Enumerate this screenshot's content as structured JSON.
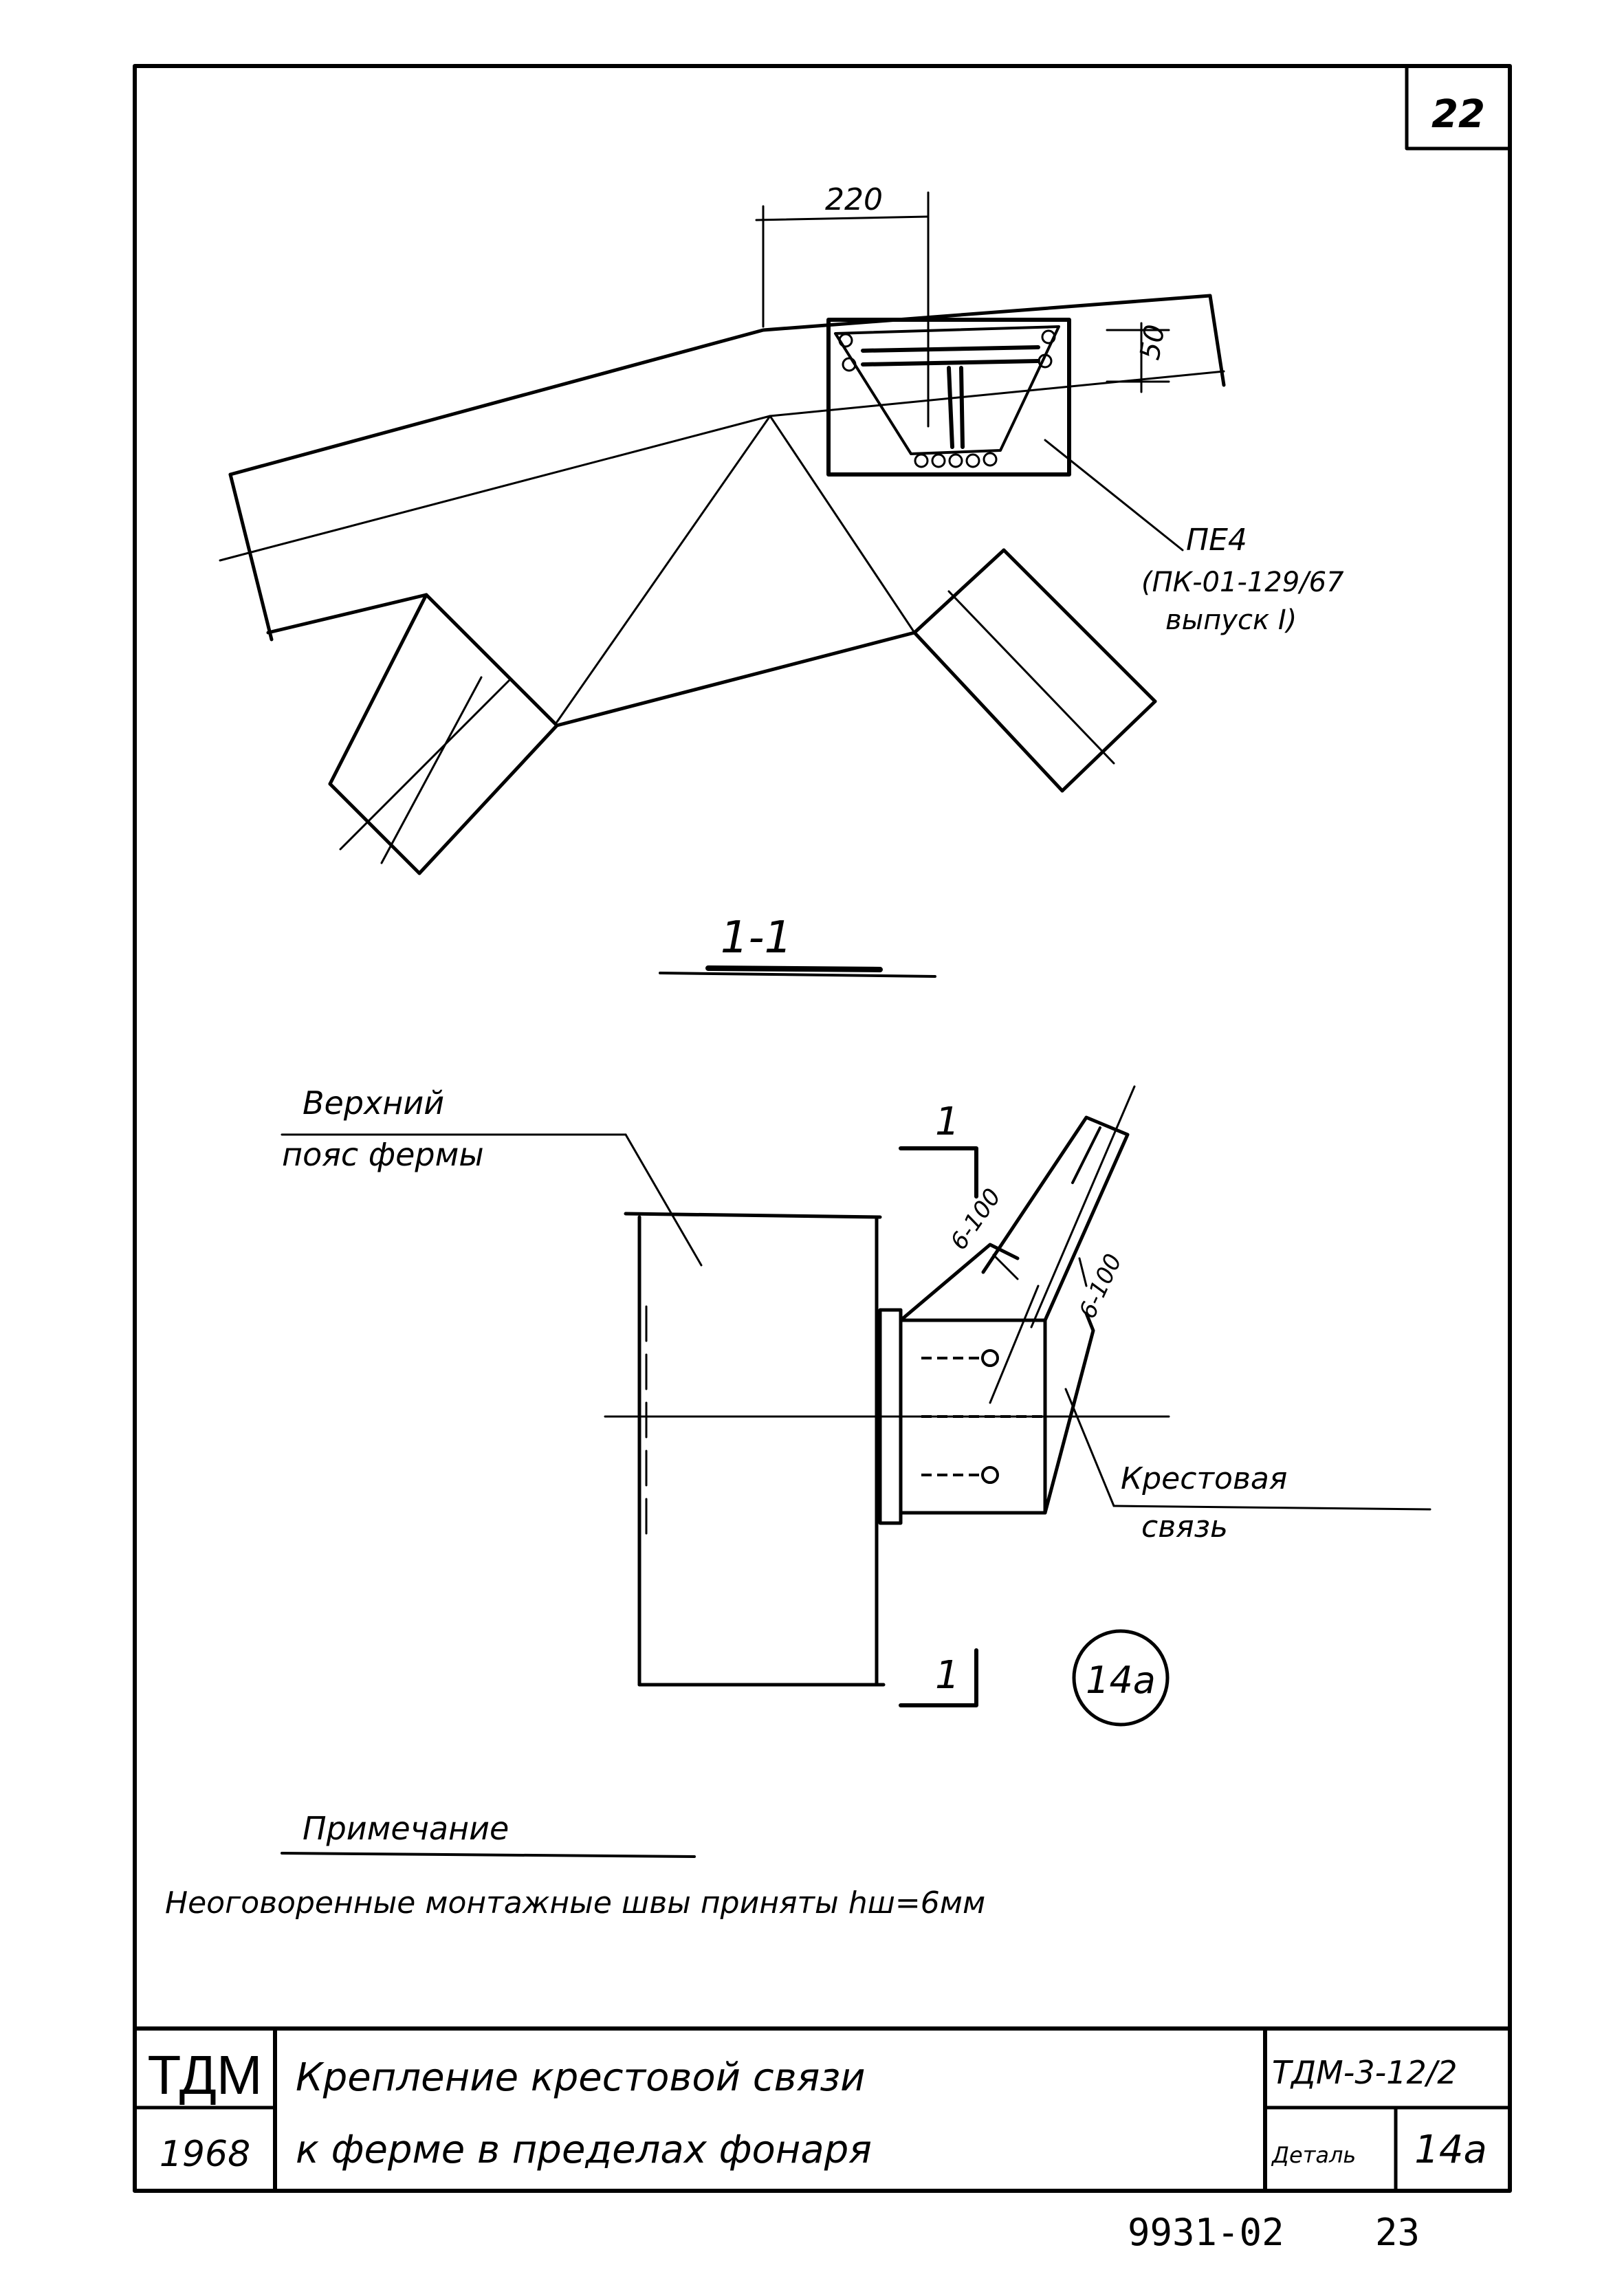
{
  "sheet": {
    "page_number": "22",
    "bottom_number": "23",
    "archive_code": "9931-02"
  },
  "section": {
    "label": "1-1",
    "dim_width": "220",
    "dim_height": "50",
    "plate_mark": "ПЕ4",
    "plate_ref_line1": "(ПК-01-129/67",
    "plate_ref_line2": "выпуск I)"
  },
  "plan": {
    "chord_label_line1": "Верхний",
    "chord_label_line2": "пояс фермы",
    "brace_label_line1": "Крестовая",
    "brace_label_line2": "связь",
    "weld_top": "6-100",
    "weld_side": "6-100",
    "cut_mark_top": "1",
    "cut_mark_bottom": "1",
    "detail_circle": "14а"
  },
  "note": {
    "title": "Примечание",
    "text": "Неоговоренные монтажные швы приняты hш=6мм"
  },
  "title_block": {
    "org": "ТДМ",
    "year": "1968",
    "title_line1": "Крепление крестовой связи",
    "title_line2": "к ферме в пределах фонаря",
    "doc_code": "ТДМ-3-12/2",
    "detail_label": "Деталь",
    "detail_value": "14а"
  }
}
